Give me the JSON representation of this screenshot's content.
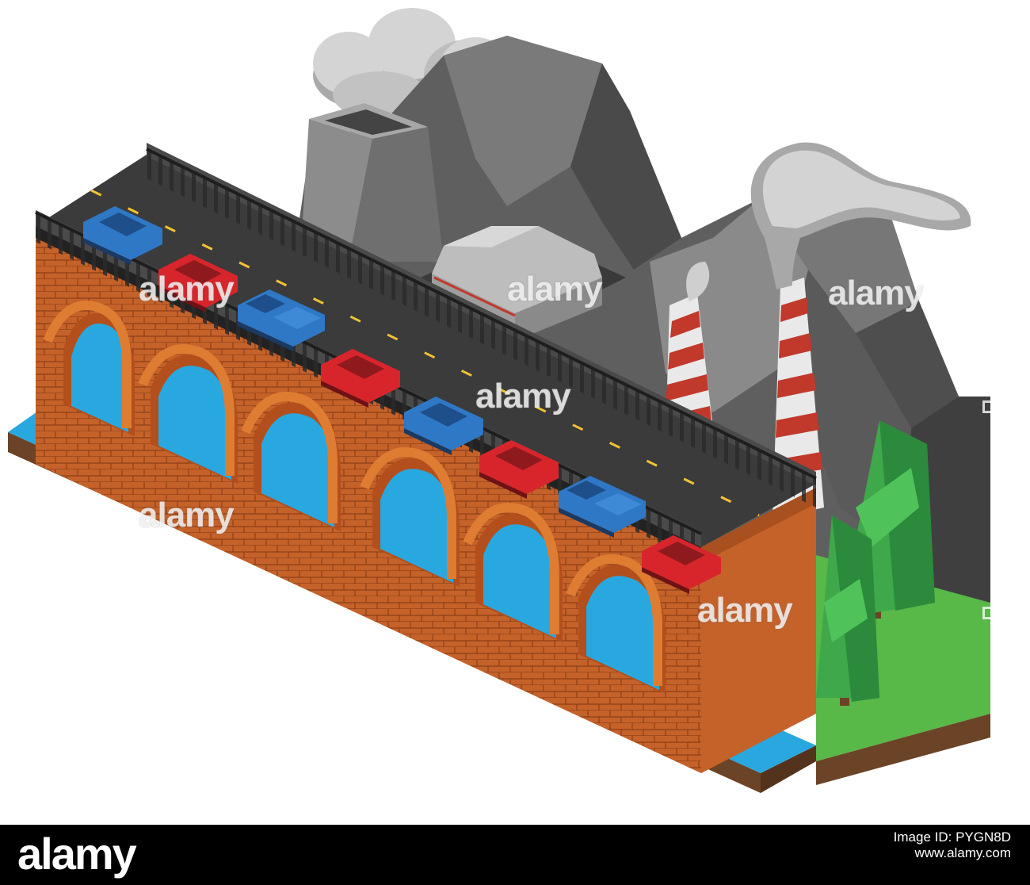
{
  "watermark": {
    "text": "alamy"
  },
  "footer": {
    "logo": "alamy",
    "image_id": "Image ID: PYGN8D",
    "site": "www.alamy.com"
  },
  "colors": {
    "brick": "#c4622a",
    "brick_light": "#de7c32",
    "road": "#3b3b3b",
    "water": "#29a8e0",
    "grass": "#58b848",
    "tree": "#3ea84a",
    "rock": "#6b6b6b",
    "smoke": "#cfcfcf",
    "car_red": "#d8252b",
    "car_blue": "#2f78c6",
    "chimney_stripe": "#c0392b"
  }
}
